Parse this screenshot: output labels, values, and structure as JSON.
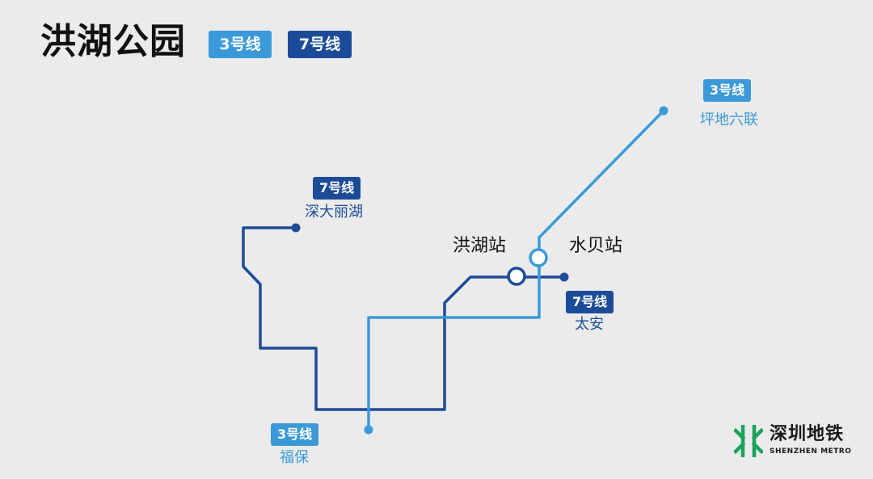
{
  "title": "洪湖公园",
  "colors": {
    "line3": "#3a9ad9",
    "line7": "#1c4c98",
    "logo_green": "#1aa35a",
    "background": "#ebebeb"
  },
  "header_badges": {
    "line3": "3号线",
    "line7": "7号线"
  },
  "stations": {
    "honghu": "洪湖站",
    "shuibei": "水贝站"
  },
  "termini": {
    "line3_north": {
      "badge": "3号线",
      "name": "坪地六联"
    },
    "line3_south": {
      "badge": "3号线",
      "name": "福保"
    },
    "line7_north": {
      "badge": "7号线",
      "name": "深大丽湖"
    },
    "line7_east": {
      "badge": "7号线",
      "name": "太安"
    }
  },
  "logo": {
    "icon": "shenzhen-metro-logo-icon",
    "name_cn": "深圳地铁",
    "name_en": "SHENZHEN METRO"
  }
}
